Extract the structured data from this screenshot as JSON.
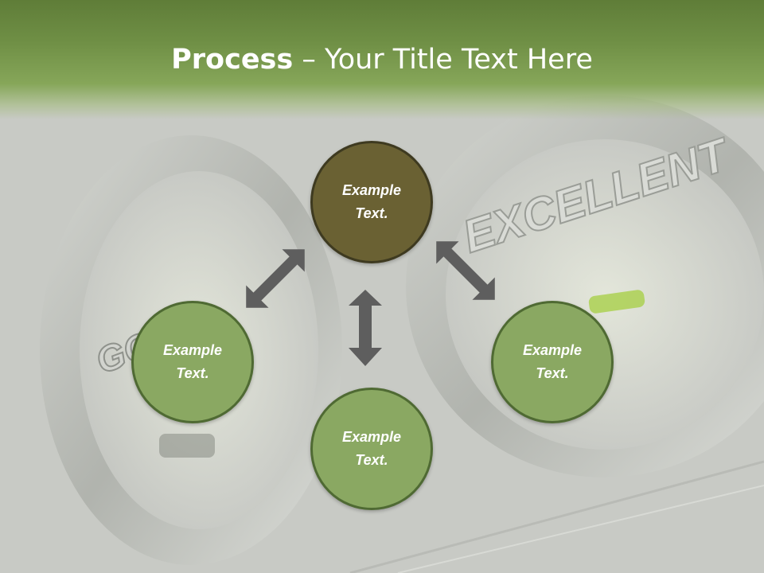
{
  "title": {
    "bold": "Process",
    "rest": " – Your Title Text Here"
  },
  "nodes": {
    "top": {
      "line1": "Example",
      "line2": "Text."
    },
    "left": {
      "line1": "Example",
      "line2": "Text."
    },
    "bottom": {
      "line1": "Example",
      "line2": "Text."
    },
    "right": {
      "line1": "Example",
      "line2": "Text."
    }
  },
  "background_text": {
    "right_gauge": "EXCELLENT",
    "left_gauge": "GOOD"
  },
  "colors": {
    "header": "#6f8f45",
    "center_node": "#6a6133",
    "outer_node": "#8aa862",
    "arrow": "#5e5e5e"
  }
}
